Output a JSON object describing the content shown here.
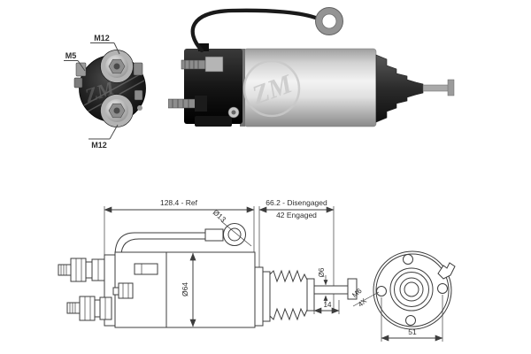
{
  "brand_watermark": "ZM",
  "photo_end_view": {
    "label_m12_top": "M12",
    "label_m5": "M5",
    "label_m12_bottom": "M12"
  },
  "drawing": {
    "dim_overall_length": "128.4 - Ref",
    "dim_disengaged": "66.2 - Disengaged",
    "dim_engaged": "42 Engaged",
    "dim_eyelet_diameter": "Ø13",
    "dim_body_diameter": "Ø64",
    "dim_rod_diameter": "Ø6",
    "dim_rod_length": "14",
    "dim_mounting_thread": "M6",
    "dim_mounting_thread_count": "4X",
    "dim_bolt_circle_diameter": "51"
  },
  "colors": {
    "background": "#ffffff",
    "line": "#3d3d3d",
    "label_text": "#2e2e2e",
    "watermark": "#c9c9c9"
  }
}
